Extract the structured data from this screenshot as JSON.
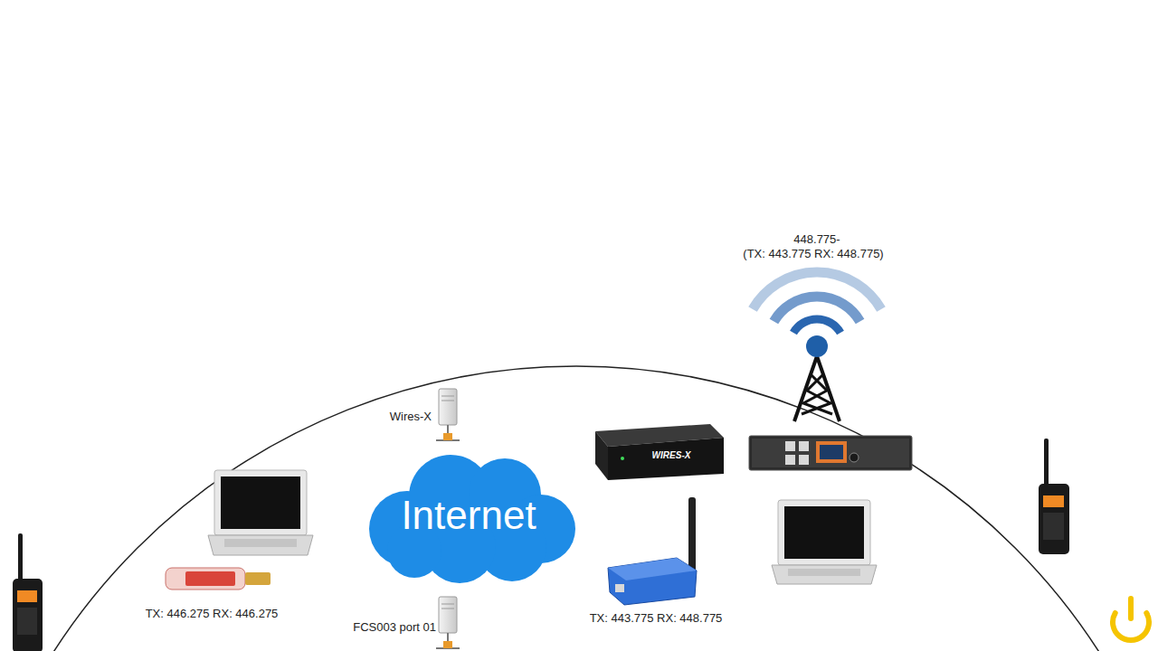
{
  "diagram": {
    "nodes": [
      {
        "text": [
          "Internet"
        ]
      }
    ],
    "labels": [
      "448.775-",
      "(TX: 443.775 RX: 448.775)",
      "Wires-X",
      "TX: 446.275 RX: 446.275",
      "FCS003 port 01",
      "TX: 443.775 RX: 448.775",
      "WIRES-X"
    ]
  }
}
